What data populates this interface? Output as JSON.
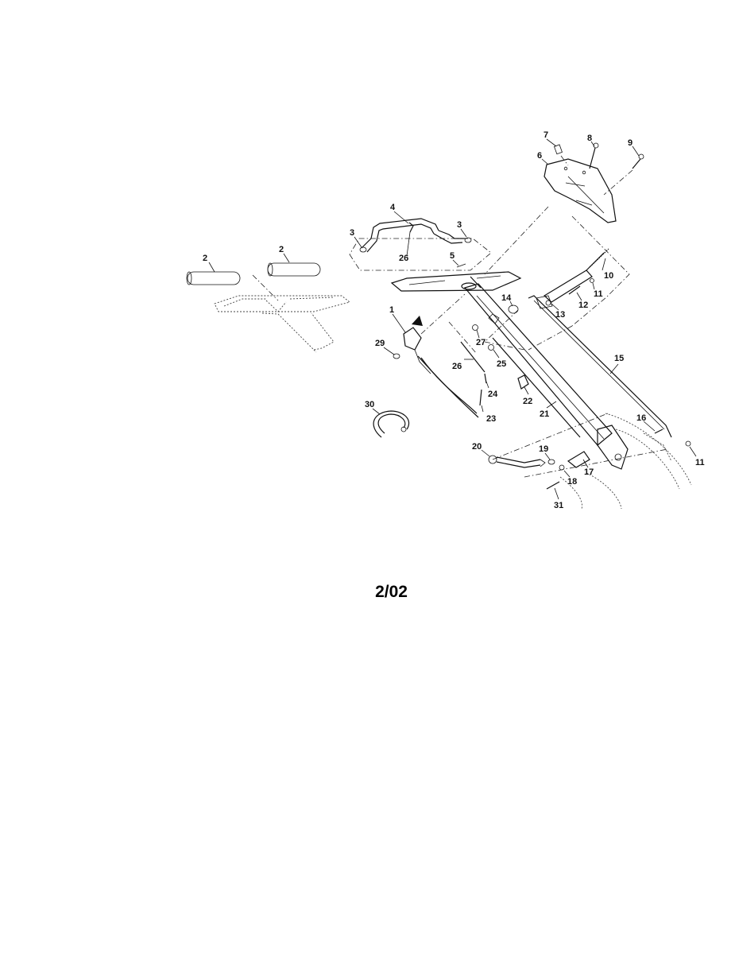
{
  "diagram": {
    "revision_code": "2/02",
    "part_labels": [
      "1",
      "2",
      "2",
      "3",
      "3",
      "4",
      "5",
      "6",
      "7",
      "8",
      "9",
      "10",
      "11",
      "11",
      "12",
      "13",
      "14",
      "15",
      "16",
      "17",
      "18",
      "19",
      "20",
      "21",
      "22",
      "23",
      "24",
      "25",
      "26",
      "26",
      "27",
      "29",
      "30",
      "31"
    ]
  },
  "colors": {
    "ink": "#111111",
    "background": "#ffffff"
  }
}
